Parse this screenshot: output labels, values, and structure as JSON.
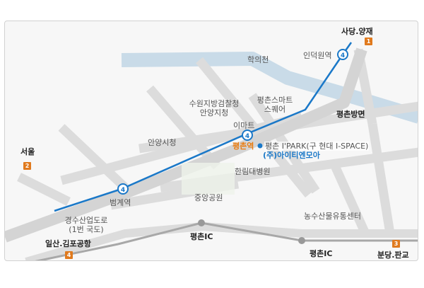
{
  "labels": {
    "sadang_yangjae": "사당.양재",
    "indeogwon_station": "인덕원역",
    "hakuicheon": "학의천",
    "pyeongchon_smart_square": "평촌스마트\n스퀘어",
    "suwon_court": "수원지방검찰청\n안양지청",
    "pyeongchon_bangmyeon": "평촌방면",
    "emart": "이마트",
    "anyang_cityhall": "안양시청",
    "pyeongchon_station": "평촌역",
    "ipark_building": "평촌 I'PARK(구 현대 I-SPACE)",
    "company": "(주)아이티엔모아",
    "seoul": "서울",
    "hallym_hospital": "한림대병원",
    "central_park": "중앙공원",
    "beomgye_station": "범계역",
    "gyeongsu_road": "경수산업도로\n(1번 국도)",
    "agri_center": "농수산물유통센터",
    "pyeongchon_ic_left": "평촌IC",
    "pyeongchon_ic_right": "평촌IC",
    "ilsan_gimpo": "일산.김포공항",
    "bundang_pangyo": "분당.판교"
  },
  "badges": {
    "sadang": "1",
    "seoul": "2",
    "bundang": "3",
    "ilsan": "4"
  },
  "subway": {
    "line_number": "4",
    "line_color": "#1a78c8"
  },
  "colors": {
    "road": "#dcdcdc",
    "river": "#c9dbe8",
    "highway": "#a8a8a8",
    "badge": "#e07a1e",
    "accent_orange": "#e97c10"
  }
}
